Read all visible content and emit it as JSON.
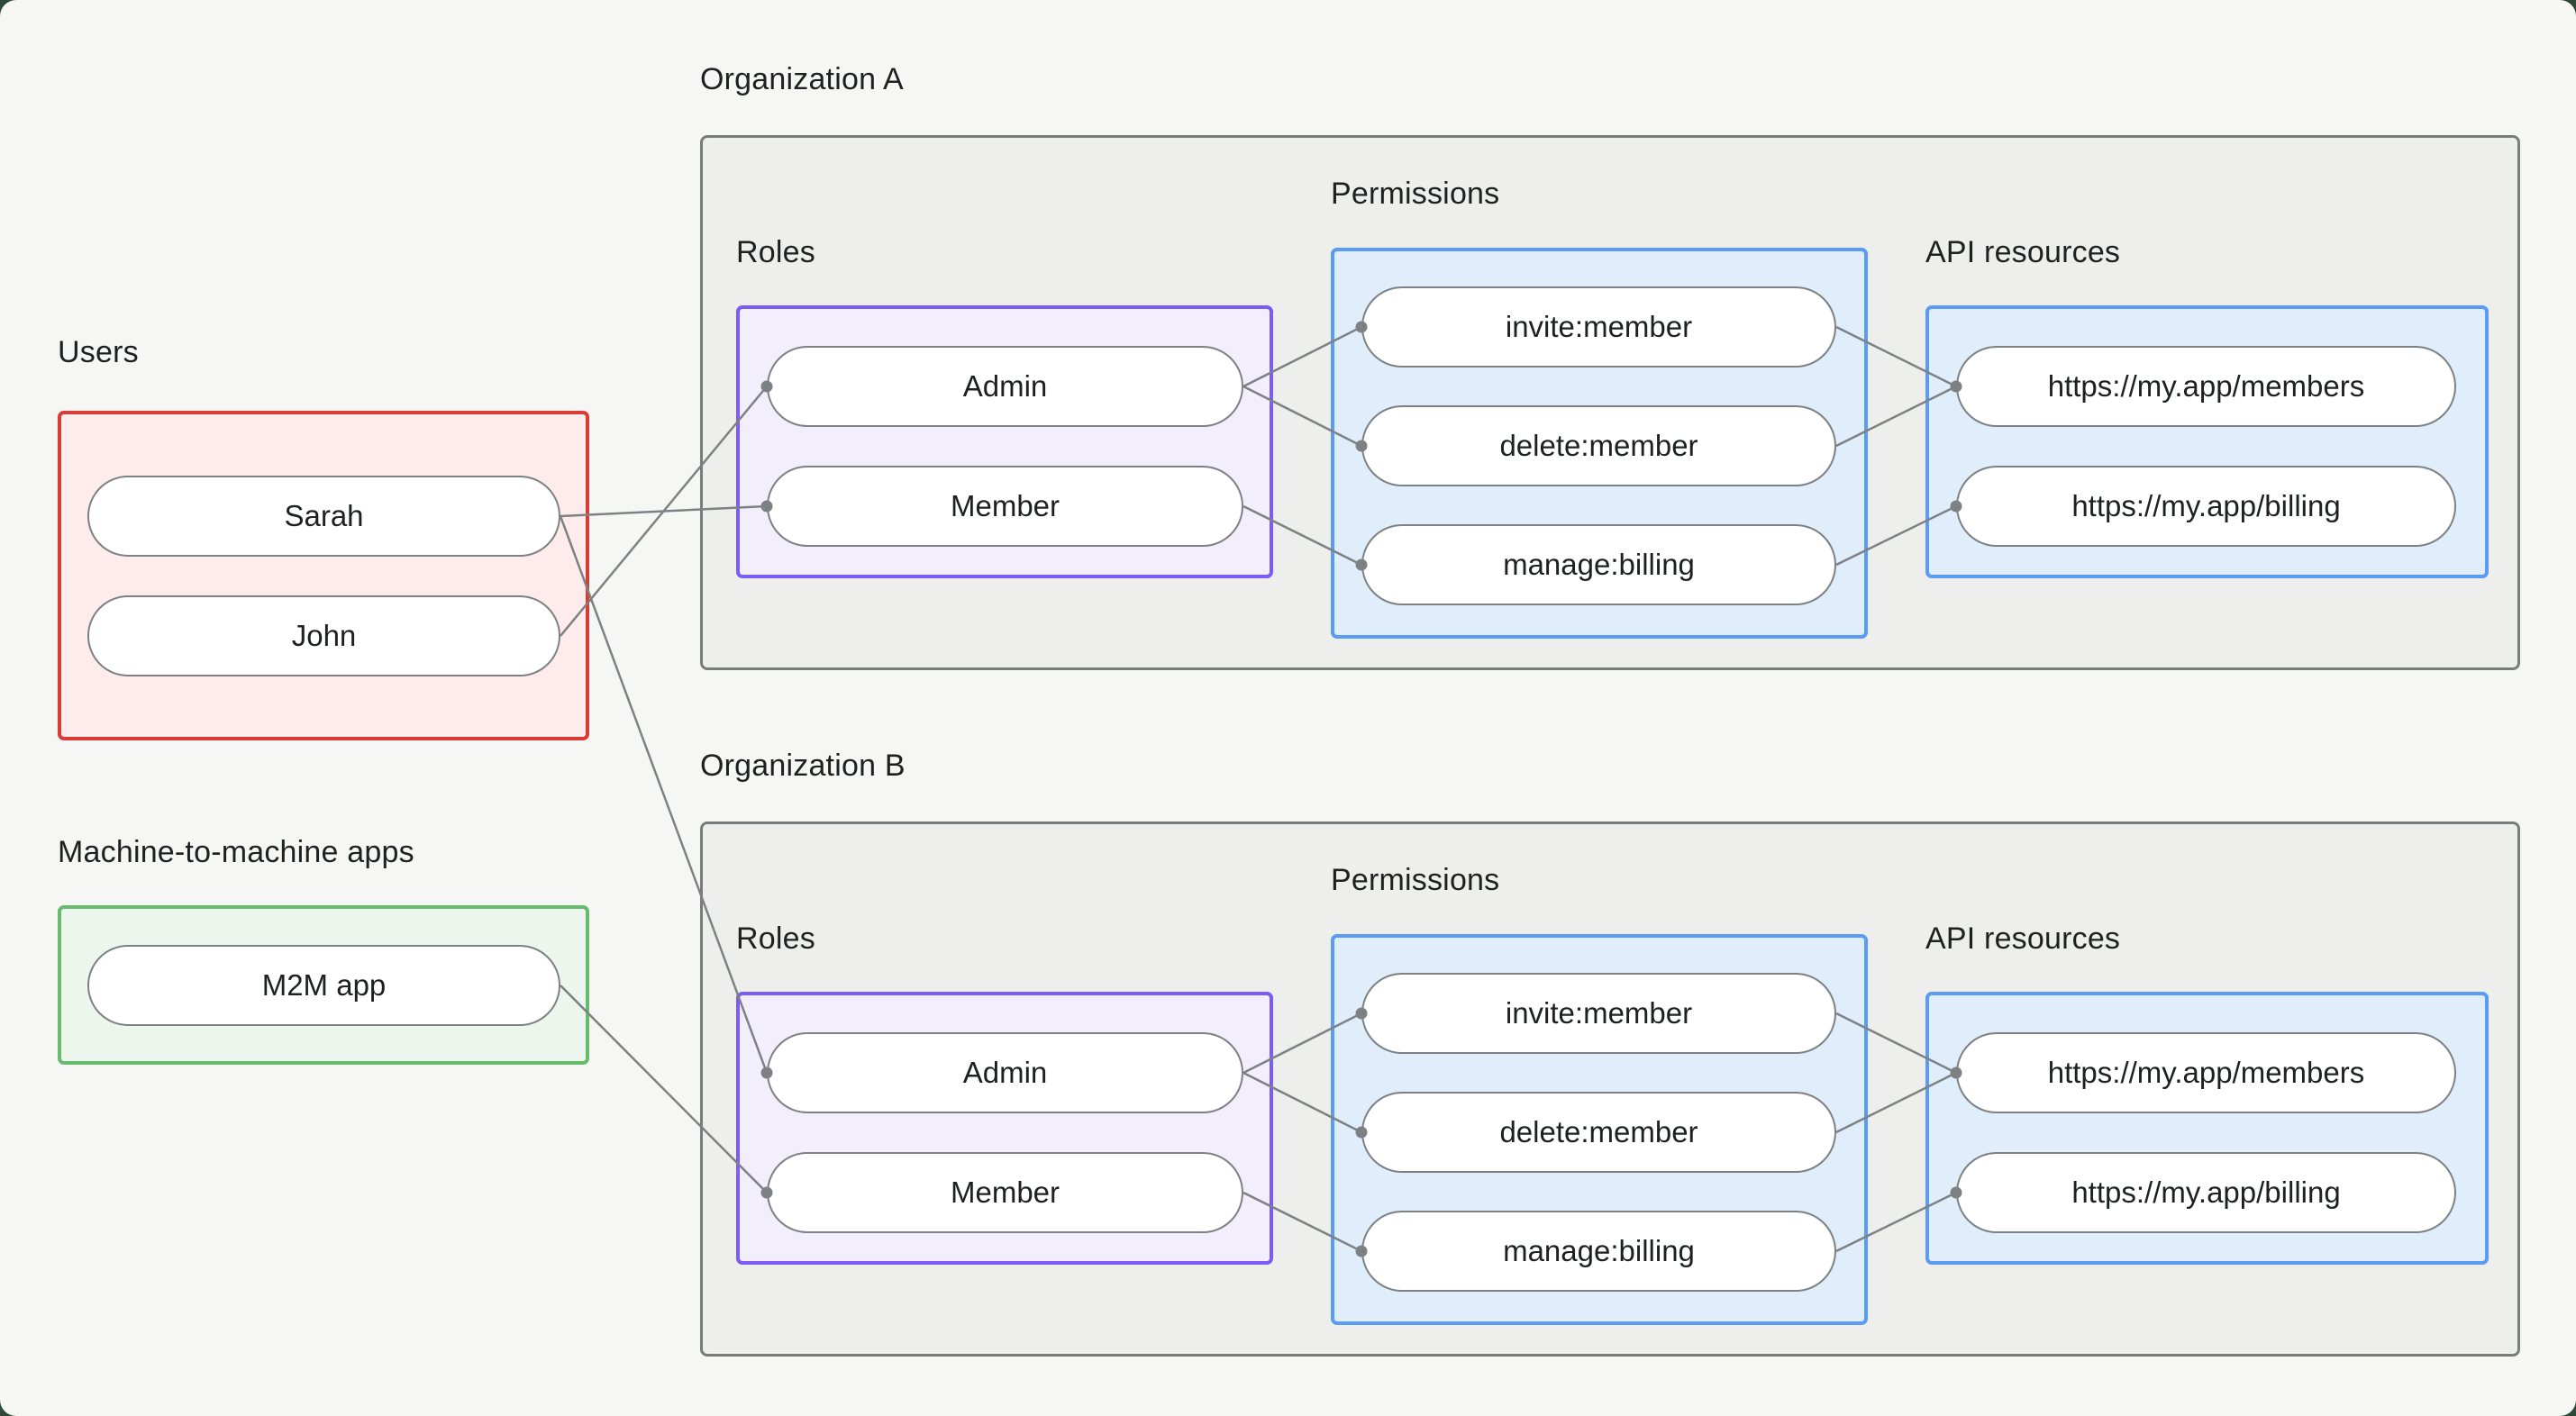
{
  "users_section": {
    "label": "Users",
    "items": [
      "Sarah",
      "John"
    ]
  },
  "m2m_section": {
    "label": "Machine-to-machine apps",
    "items": [
      "M2M app"
    ]
  },
  "organizations": [
    {
      "label": "Organization A",
      "roles_label": "Roles",
      "permissions_label": "Permissions",
      "api_label": "API resources",
      "roles": [
        "Admin",
        "Member"
      ],
      "permissions": [
        "invite:member",
        "delete:member",
        "manage:billing"
      ],
      "api_resources": [
        "https://my.app/members",
        "https://my.app/billing"
      ]
    },
    {
      "label": "Organization B",
      "roles_label": "Roles",
      "permissions_label": "Permissions",
      "api_label": "API resources",
      "roles": [
        "Admin",
        "Member"
      ],
      "permissions": [
        "invite:member",
        "delete:member",
        "manage:billing"
      ],
      "api_resources": [
        "https://my.app/members",
        "https://my.app/billing"
      ]
    }
  ],
  "edges": [
    {
      "from": "sarah",
      "to": "a-member"
    },
    {
      "from": "john",
      "to": "a-admin"
    },
    {
      "from": "sarah",
      "to": "b-admin"
    },
    {
      "from": "m2m",
      "to": "b-member"
    },
    {
      "from": "a-admin",
      "to": "a-invite"
    },
    {
      "from": "a-admin",
      "to": "a-delete"
    },
    {
      "from": "a-member",
      "to": "a-manage"
    },
    {
      "from": "a-invite",
      "to": "a-members"
    },
    {
      "from": "a-delete",
      "to": "a-members"
    },
    {
      "from": "a-manage",
      "to": "a-billing"
    },
    {
      "from": "b-admin",
      "to": "b-invite"
    },
    {
      "from": "b-admin",
      "to": "b-delete"
    },
    {
      "from": "b-member",
      "to": "b-manage"
    },
    {
      "from": "b-invite",
      "to": "b-members"
    },
    {
      "from": "b-delete",
      "to": "b-members"
    },
    {
      "from": "b-manage",
      "to": "b-billing"
    }
  ],
  "colors": {
    "background": "#f6f7f5",
    "frame": "#2e4937",
    "users_border": "#d93b37",
    "users_fill": "#fdeceb",
    "m2m_border": "#68ba6c",
    "m2m_fill": "#ecf6ec",
    "org_border": "#797c7d",
    "org_fill": "#eeefec",
    "roles_border": "#7b5cf5",
    "roles_fill": "#f3eefc",
    "blue_border": "#5a9cf4",
    "blue_fill": "#e0eefb",
    "connector": "#7e8183",
    "text": "#1e2022"
  }
}
